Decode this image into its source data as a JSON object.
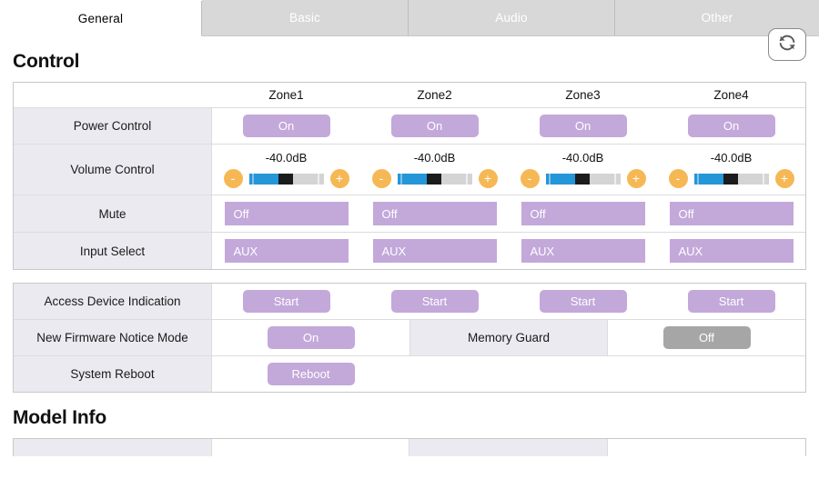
{
  "tabs": [
    {
      "label": "General",
      "active": true
    },
    {
      "label": "Basic",
      "active": false
    },
    {
      "label": "Audio",
      "active": false
    },
    {
      "label": "Other",
      "active": false
    }
  ],
  "control": {
    "title": "Control",
    "refresh_icon": "refresh-icon",
    "zone_headers": [
      "Zone1",
      "Zone2",
      "Zone3",
      "Zone4"
    ],
    "rows": {
      "power": {
        "label": "Power Control",
        "values": [
          "On",
          "On",
          "On",
          "On"
        ]
      },
      "volume": {
        "label": "Volume Control",
        "values": [
          "-40.0dB",
          "-40.0dB",
          "-40.0dB",
          "-40.0dB"
        ],
        "minus_label": "-",
        "plus_label": "+",
        "fill_percent": 40
      },
      "mute": {
        "label": "Mute",
        "values": [
          "Off",
          "Off",
          "Off",
          "Off"
        ]
      },
      "input_select": {
        "label": "Input Select",
        "values": [
          "AUX",
          "AUX",
          "AUX",
          "AUX"
        ]
      }
    }
  },
  "device": {
    "access": {
      "label": "Access Device Indication",
      "values": [
        "Start",
        "Start",
        "Start",
        "Start"
      ]
    },
    "firmware": {
      "label": "New Firmware Notice Mode",
      "value": "On"
    },
    "memory_guard": {
      "label": "Memory Guard",
      "value": "Off"
    },
    "reboot": {
      "label": "System Reboot",
      "value": "Reboot"
    }
  },
  "model_info": {
    "title": "Model Info"
  },
  "colors": {
    "accent_purple": "#c3a8da",
    "disabled_gray": "#a6a6a6",
    "slider_blue": "#2596d8",
    "stepper_orange": "#f6b855",
    "label_bg": "#eceaf1"
  }
}
